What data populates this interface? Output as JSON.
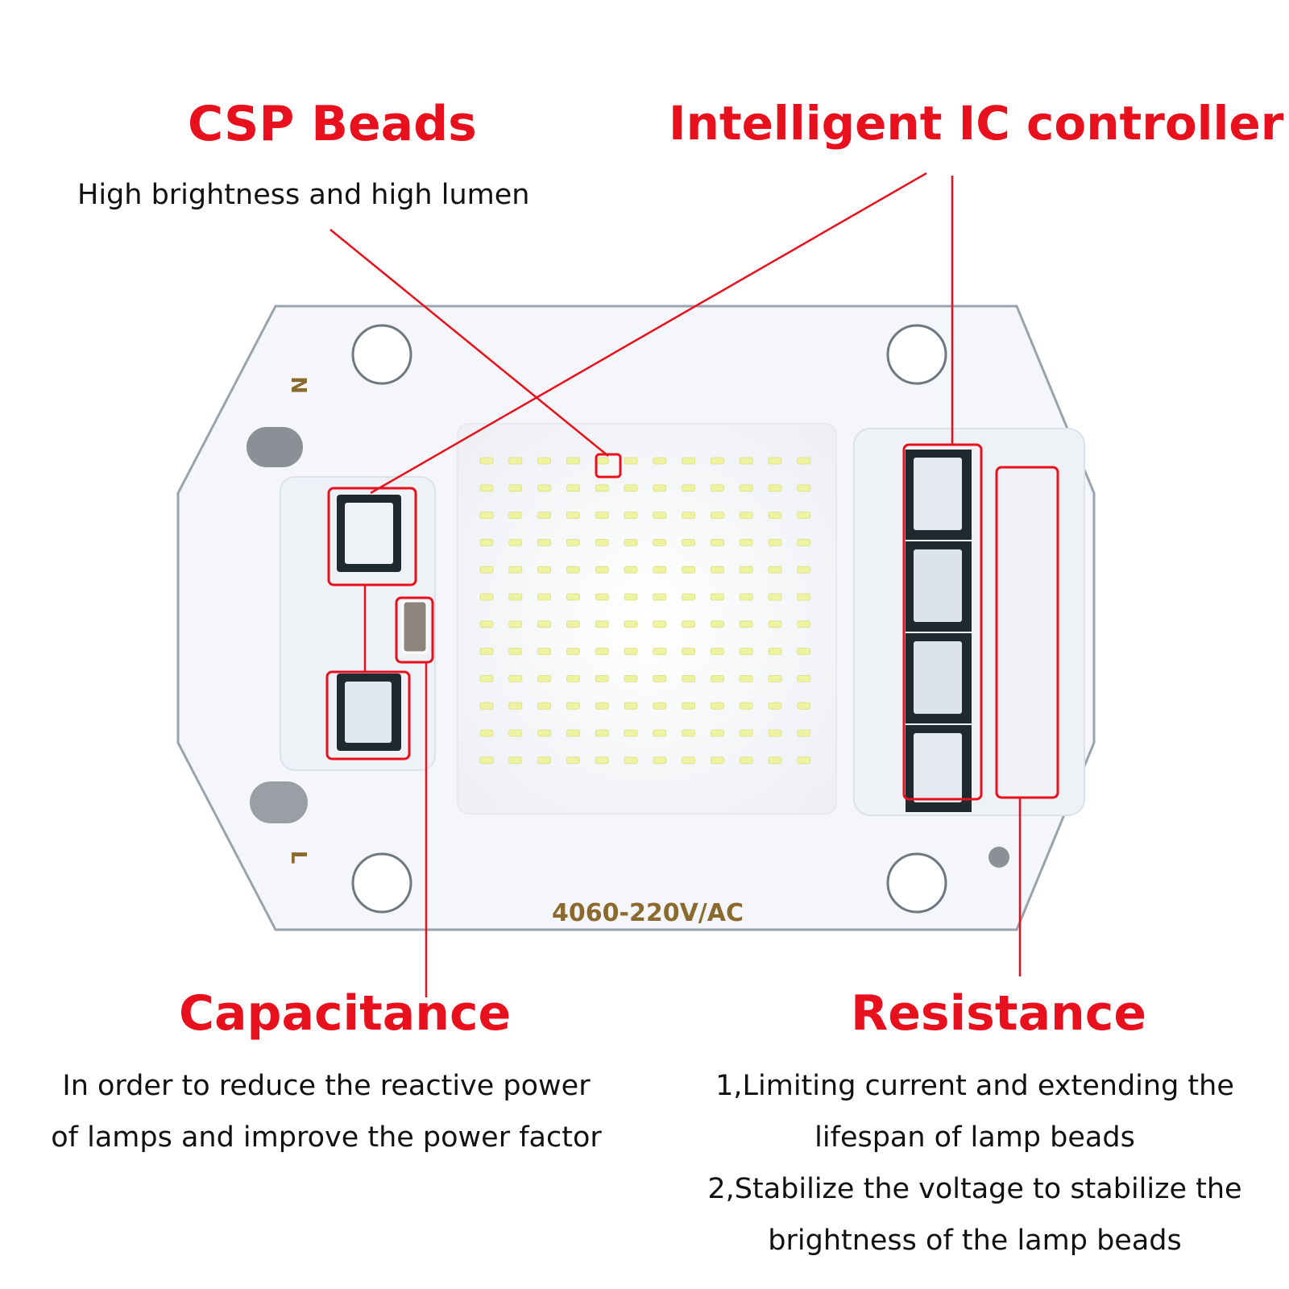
{
  "callouts": {
    "csp": {
      "title": "CSP Beads",
      "description": [
        "High brightness and high lumen"
      ]
    },
    "ic": {
      "title": "Intelligent IC controller",
      "description": []
    },
    "capacitance": {
      "title": "Capacitance",
      "description": [
        "In order to reduce the reactive power",
        "of lamps and improve the power factor"
      ]
    },
    "resistance": {
      "title": "Resistance",
      "description": [
        "1,Limiting current and extending the",
        "lifespan of lamp beads",
        "2,Stabilize the voltage to stabilize the",
        "brightness of the lamp beads"
      ]
    }
  },
  "board": {
    "model_marking": "4060-220V/AC",
    "pad_n": "N",
    "pad_l": "L",
    "led_rows": 12,
    "led_cols": 12
  },
  "colors": {
    "accent": "#e8101c",
    "board": "#f4f6f9",
    "board_edge": "#9aa3ad",
    "led": "#eef3a0",
    "marking": "#8a6a2e"
  }
}
